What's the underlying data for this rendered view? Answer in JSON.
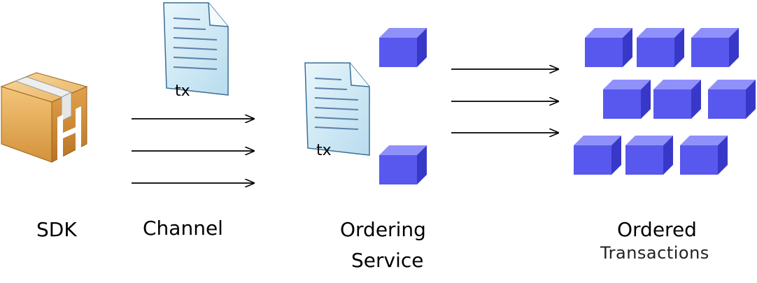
{
  "labels": {
    "sdk": "SDK",
    "channel": "Channel",
    "ordering_line1": "Ordering",
    "ordering_line2": "Service",
    "ordered_line1": "Ordered",
    "ordered_line2": "Transactions",
    "tx_channel": "tx",
    "tx_ordering": "tx"
  },
  "colors": {
    "block_front": "#5c5cf0",
    "block_top": "#8a8afa",
    "block_side": "#3a3acc",
    "document_fill": "#d6eef8",
    "document_lines": "#5a7fa8",
    "package": "#e0a545",
    "arrow": "#000000"
  },
  "icons": {
    "sdk": "package-box-icon",
    "transaction": "document-icon",
    "block": "cube-block-icon",
    "flow": "arrow-right-icon"
  }
}
